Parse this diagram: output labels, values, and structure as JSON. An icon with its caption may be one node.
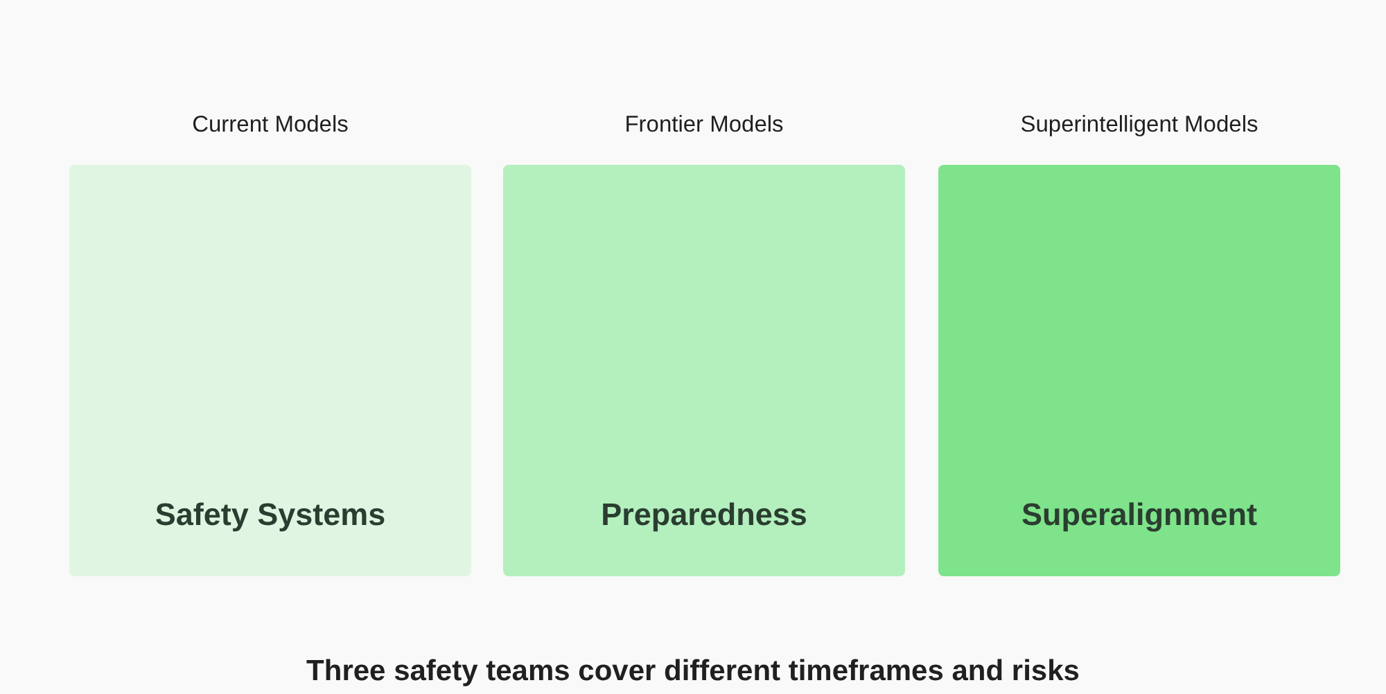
{
  "diagram": {
    "nodes": [
      {
        "text": [
          "Current Models",
          "Safety Systems"
        ]
      },
      {
        "text": [
          "Frontier Models",
          "Preparedness"
        ]
      },
      {
        "text": [
          "Superintelligent Models",
          "Superalignment"
        ]
      }
    ],
    "edges": [],
    "caption": "Three safety teams cover different timeframes and risks"
  }
}
